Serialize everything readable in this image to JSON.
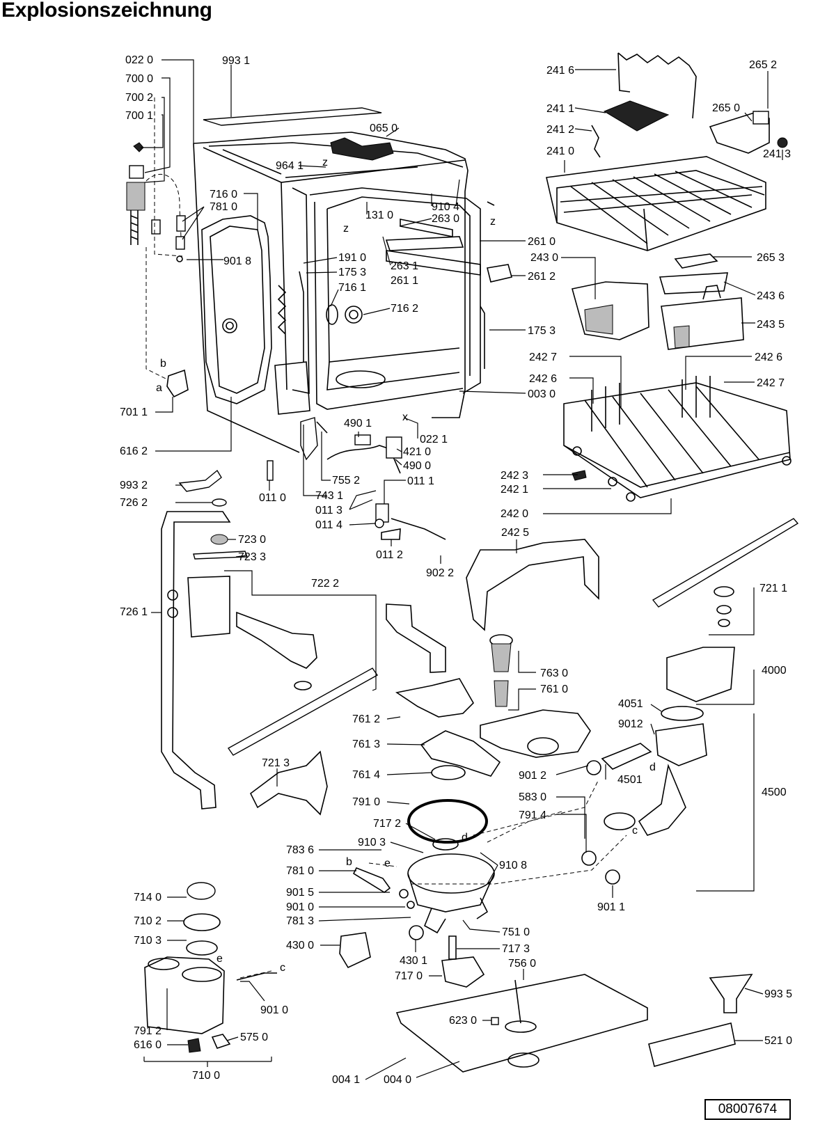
{
  "title": "Explosionszeichnung",
  "doc_number": "08007674",
  "callouts": [
    {
      "id": "c0",
      "text": "022 0"
    },
    {
      "id": "c1",
      "text": "993 1"
    },
    {
      "id": "c2",
      "text": "700 0"
    },
    {
      "id": "c3",
      "text": "700 2"
    },
    {
      "id": "c4",
      "text": "700 1"
    },
    {
      "id": "c5",
      "text": "065 0"
    },
    {
      "id": "c6",
      "text": "964 1"
    },
    {
      "id": "c7",
      "text": "716 0"
    },
    {
      "id": "c8",
      "text": "781 0"
    },
    {
      "id": "c9",
      "text": "131 0"
    },
    {
      "id": "c10",
      "text": "910 4"
    },
    {
      "id": "c11",
      "text": "263 0"
    },
    {
      "id": "c12",
      "text": "901 8"
    },
    {
      "id": "c13",
      "text": "191 0"
    },
    {
      "id": "c14",
      "text": "175 3"
    },
    {
      "id": "c15",
      "text": "263 1"
    },
    {
      "id": "c16",
      "text": "261 1"
    },
    {
      "id": "c17",
      "text": "716 1"
    },
    {
      "id": "c18",
      "text": "716 2"
    },
    {
      "id": "c19",
      "text": "261 0"
    },
    {
      "id": "c20",
      "text": "261 2"
    },
    {
      "id": "c21",
      "text": "175 3"
    },
    {
      "id": "c22",
      "text": "241 6"
    },
    {
      "id": "c23",
      "text": "265 2"
    },
    {
      "id": "c24",
      "text": "241 1"
    },
    {
      "id": "c25",
      "text": "265 0"
    },
    {
      "id": "c26",
      "text": "241 2"
    },
    {
      "id": "c27",
      "text": "241 0"
    },
    {
      "id": "c28",
      "text": "241 3"
    },
    {
      "id": "c29",
      "text": "243 0"
    },
    {
      "id": "c30",
      "text": "265 3"
    },
    {
      "id": "c31",
      "text": "243 6"
    },
    {
      "id": "c32",
      "text": "243 5"
    },
    {
      "id": "c33",
      "text": "242 7"
    },
    {
      "id": "c34",
      "text": "242 6"
    },
    {
      "id": "c35",
      "text": "242 6"
    },
    {
      "id": "c36",
      "text": "242 7"
    },
    {
      "id": "c37",
      "text": "701 1"
    },
    {
      "id": "c38",
      "text": "003 0"
    },
    {
      "id": "c39",
      "text": "616 2"
    },
    {
      "id": "c40",
      "text": "490 1"
    },
    {
      "id": "c41",
      "text": "022 1"
    },
    {
      "id": "c42",
      "text": "421 0"
    },
    {
      "id": "c43",
      "text": "490 0"
    },
    {
      "id": "c44",
      "text": "755 2"
    },
    {
      "id": "c45",
      "text": "011 1"
    },
    {
      "id": "c46",
      "text": "993 2"
    },
    {
      "id": "c47",
      "text": "011 0"
    },
    {
      "id": "c48",
      "text": "743 1"
    },
    {
      "id": "c49",
      "text": "726 2"
    },
    {
      "id": "c50",
      "text": "011 3"
    },
    {
      "id": "c51",
      "text": "011 4"
    },
    {
      "id": "c52",
      "text": "723 0"
    },
    {
      "id": "c53",
      "text": "723 3"
    },
    {
      "id": "c54",
      "text": "011 2"
    },
    {
      "id": "c55",
      "text": "902 2"
    },
    {
      "id": "c56",
      "text": "242 3"
    },
    {
      "id": "c57",
      "text": "242 1"
    },
    {
      "id": "c58",
      "text": "242 0"
    },
    {
      "id": "c59",
      "text": "242 5"
    },
    {
      "id": "c60",
      "text": "722 2"
    },
    {
      "id": "c61",
      "text": "721 1"
    },
    {
      "id": "c62",
      "text": "726 1"
    },
    {
      "id": "c63",
      "text": "763 0"
    },
    {
      "id": "c64",
      "text": "761 0"
    },
    {
      "id": "c65",
      "text": "4000"
    },
    {
      "id": "c66",
      "text": "4051"
    },
    {
      "id": "c67",
      "text": "761 2"
    },
    {
      "id": "c68",
      "text": "9012"
    },
    {
      "id": "c69",
      "text": "761 3"
    },
    {
      "id": "c70",
      "text": "721 3"
    },
    {
      "id": "c71",
      "text": "761 4"
    },
    {
      "id": "c72",
      "text": "901 2"
    },
    {
      "id": "c73",
      "text": "4501"
    },
    {
      "id": "c74",
      "text": "791 0"
    },
    {
      "id": "c75",
      "text": "583 0"
    },
    {
      "id": "c76",
      "text": "4500"
    },
    {
      "id": "c77",
      "text": "791 4"
    },
    {
      "id": "c78",
      "text": "717 2"
    },
    {
      "id": "c79",
      "text": "910 3"
    },
    {
      "id": "c80",
      "text": "783 6"
    },
    {
      "id": "c81",
      "text": "910 8"
    },
    {
      "id": "c82",
      "text": "781 0"
    },
    {
      "id": "c83",
      "text": "714 0"
    },
    {
      "id": "c84",
      "text": "901 5"
    },
    {
      "id": "c85",
      "text": "901 0"
    },
    {
      "id": "c86",
      "text": "901 1"
    },
    {
      "id": "c87",
      "text": "710 2"
    },
    {
      "id": "c88",
      "text": "781 3"
    },
    {
      "id": "c89",
      "text": "751 0"
    },
    {
      "id": "c90",
      "text": "710 3"
    },
    {
      "id": "c91",
      "text": "430 0"
    },
    {
      "id": "c92",
      "text": "430 1"
    },
    {
      "id": "c93",
      "text": "717 3"
    },
    {
      "id": "c94",
      "text": "756 0"
    },
    {
      "id": "c95",
      "text": "717 0"
    },
    {
      "id": "c96",
      "text": "901 0"
    },
    {
      "id": "c97",
      "text": "993 5"
    },
    {
      "id": "c98",
      "text": "623 0"
    },
    {
      "id": "c99",
      "text": "791 2"
    },
    {
      "id": "c100",
      "text": "616 0"
    },
    {
      "id": "c101",
      "text": "575 0"
    },
    {
      "id": "c102",
      "text": "521 0"
    },
    {
      "id": "c103",
      "text": "710 0"
    },
    {
      "id": "c104",
      "text": "004 1"
    },
    {
      "id": "c105",
      "text": "004 0"
    }
  ],
  "markers": [
    {
      "id": "m0",
      "text": "z"
    },
    {
      "id": "m1",
      "text": "z"
    },
    {
      "id": "m2",
      "text": "z"
    },
    {
      "id": "m3",
      "text": "x"
    },
    {
      "id": "m4",
      "text": "b"
    },
    {
      "id": "m5",
      "text": "a"
    },
    {
      "id": "m6",
      "text": "b"
    },
    {
      "id": "m7",
      "text": "e"
    },
    {
      "id": "m8",
      "text": "e"
    },
    {
      "id": "m9",
      "text": "d"
    },
    {
      "id": "m10",
      "text": "d"
    },
    {
      "id": "m11",
      "text": "c"
    },
    {
      "id": "m12",
      "text": "c"
    }
  ]
}
